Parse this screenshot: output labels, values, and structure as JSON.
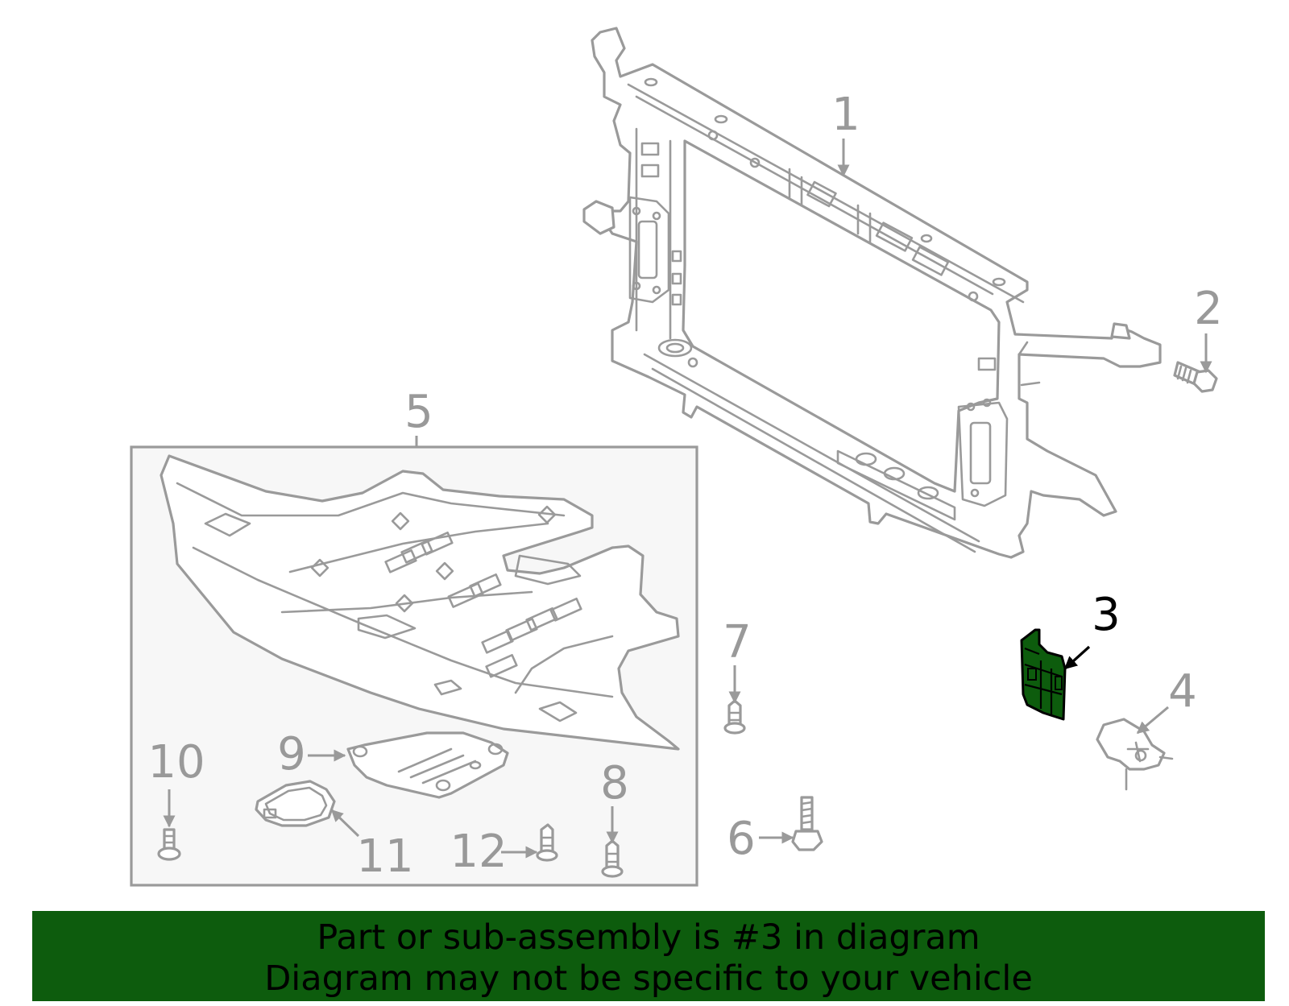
{
  "callouts": {
    "c1": "1",
    "c2": "2",
    "c3": "3",
    "c4": "4",
    "c5": "5",
    "c6": "6",
    "c7": "7",
    "c8": "8",
    "c9": "9",
    "c10": "10",
    "c11": "11",
    "c12": "12"
  },
  "highlighted_part": "3",
  "colors": {
    "highlight": "#0d5c0d",
    "line": "#9a9a9a",
    "label": "#999999",
    "box_fill": "#f7f7f7"
  },
  "banner": {
    "line1": "Part or sub-assembly is #3 in diagram",
    "line2": "Diagram may not be specific to your vehicle"
  }
}
